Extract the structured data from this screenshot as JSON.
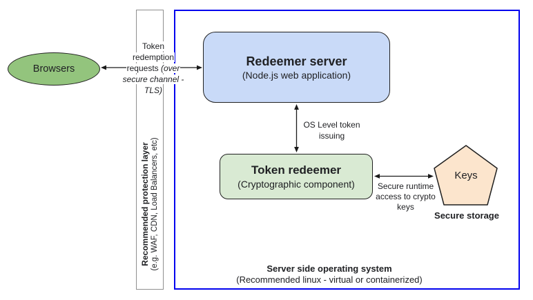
{
  "browsers": {
    "label": "Browsers"
  },
  "protection_layer": {
    "title": "Recommended protection layer",
    "subtitle": "(e.g. WAF, CDN, Load Balancers, etc)"
  },
  "request_label": {
    "line1": "Token",
    "line2": "redemption",
    "line3_normal": "requests ",
    "line3_italic": "(over",
    "line4_italic": "secure channel -",
    "line5_italic": "TLS)"
  },
  "redeemer_server": {
    "title": "Redeemer server",
    "subtitle": "(Node.js web application)"
  },
  "os_token_label": {
    "line1": "OS Level token",
    "line2": "issuing"
  },
  "token_redeemer": {
    "title": "Token redeemer",
    "subtitle": "(Cryptographic component)"
  },
  "secure_runtime_label": {
    "line1": "Secure runtime",
    "line2": "access to crypto",
    "line3": "keys"
  },
  "keys": {
    "label": "Keys",
    "caption": "Secure storage"
  },
  "server_os": {
    "title": "Server side operating system",
    "subtitle": "(Recommended linux - virtual or containerized)"
  },
  "colors": {
    "browsers_fill": "#93c47d",
    "redeemer_fill": "#c9daf8",
    "token_redeemer_fill": "#d9ead3",
    "keys_fill": "#fce5cd",
    "os_border": "#0101ee",
    "protection_border": "#8f8f8f",
    "connector": "#1a1a1a"
  }
}
